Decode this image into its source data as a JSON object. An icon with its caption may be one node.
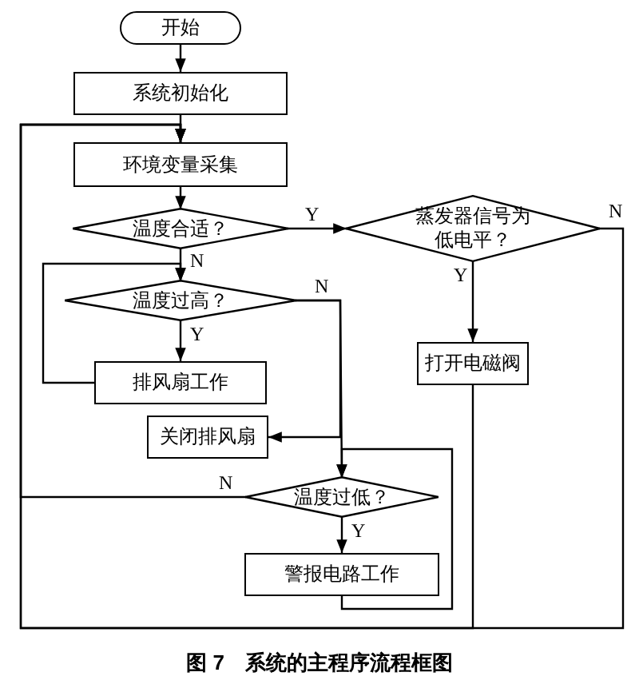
{
  "diagram": {
    "caption": "图 7　系统的主程序流程框图",
    "nodes": [
      {
        "text": [
          "开始"
        ]
      },
      {
        "text": [
          "系统初始化"
        ]
      },
      {
        "text": [
          "环境变量采集"
        ]
      },
      {
        "text": [
          "温度合适？"
        ]
      },
      {
        "text": [
          "蒸发器信号为低电平？"
        ]
      },
      {
        "text": [
          "温度过高？"
        ]
      },
      {
        "text": [
          "排风扇工作"
        ]
      },
      {
        "text": [
          "打开电磁阀"
        ]
      },
      {
        "text": [
          "关闭排风扇"
        ]
      },
      {
        "text": [
          "温度过低？"
        ]
      },
      {
        "text": [
          "警报电路工作"
        ]
      }
    ],
    "edges": [
      {
        "from": 0,
        "to": 1,
        "arrow": "to"
      },
      {
        "from": 1,
        "to": 2,
        "arrow": "to"
      },
      {
        "from": 2,
        "to": 3,
        "arrow": "to"
      },
      {
        "from": 3,
        "to": 4,
        "arrow": "to",
        "label": "Y"
      },
      {
        "from": 3,
        "to": 5,
        "arrow": "to",
        "label": "N"
      },
      {
        "from": 5,
        "to": 6,
        "arrow": "to",
        "label": "Y"
      },
      {
        "from": 6,
        "to": 5,
        "arrow": "to"
      },
      {
        "from": 5,
        "to": 8,
        "arrow": "to",
        "label": "N"
      },
      {
        "from": 5,
        "to": 9,
        "arrow": "to"
      },
      {
        "from": 4,
        "to": 7,
        "arrow": "to",
        "label": "Y"
      },
      {
        "from": 4,
        "to": 2,
        "arrow": "to",
        "label": "N"
      },
      {
        "from": 7,
        "to": 2,
        "arrow": "to"
      },
      {
        "from": 9,
        "to": 2,
        "arrow": "to",
        "label": "N"
      },
      {
        "from": 9,
        "to": 10,
        "arrow": "to",
        "label": "Y"
      },
      {
        "from": 10,
        "to": 9,
        "arrow": "to"
      }
    ]
  }
}
